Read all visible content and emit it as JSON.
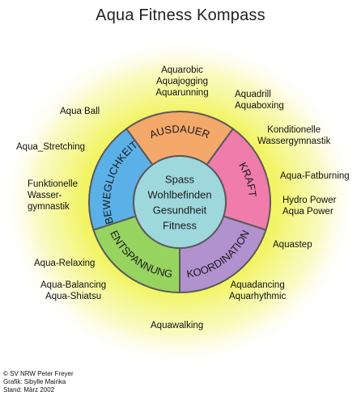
{
  "title": "Aqua Fitness Kompass",
  "colors": {
    "glow": "#eaf03a",
    "ring_outline": "#5a5a5a",
    "ausdauer": "#f4a86a",
    "kraft": "#ef7cab",
    "koordination": "#b291cf",
    "entspannung": "#97d35f",
    "beweglichkeit": "#5bb0e8",
    "center": "#9ed8dd"
  },
  "segments": {
    "ausdauer": "AUSDAUER",
    "kraft": "KRAFT",
    "koordination": "KOORDINATION",
    "entspannung": "ENTSPANNUNG",
    "beweglichkeit": "BEWEGLICHKEIT"
  },
  "center": [
    "Spass",
    "Wohlbefinden",
    "Gesundheit",
    "Fitness"
  ],
  "labels": {
    "aquarobic": "Aquarobic\nAquajogging\nAquarunning",
    "aquadrill": "Aquadrill\nAquaboxing",
    "aqua_ball": "Aqua Ball",
    "konditionelle": "Konditionelle\nWassergymnastik",
    "aqua_stretching": "Aqua_Stretching",
    "fatburning": "Aqua-Fatburning",
    "funktionelle": "Funktionelle\nWasser-\ngymnastik",
    "hydro_power": "Hydro Power\nAqua Power",
    "aquastep": "Aquastep",
    "aqua_relaxing": "Aqua-Relaxing",
    "aquadancing": "Aquadancing\nAquarhythmic",
    "aqua_balancing": "Aqua-Balancing\nAqua-Shiatsu",
    "aquawalking": "Aquawalking"
  },
  "credits": [
    "© SV NRW  Peter Freyer",
    "Grafik: Sibylle Mainka",
    "Stand: März 2002"
  ]
}
